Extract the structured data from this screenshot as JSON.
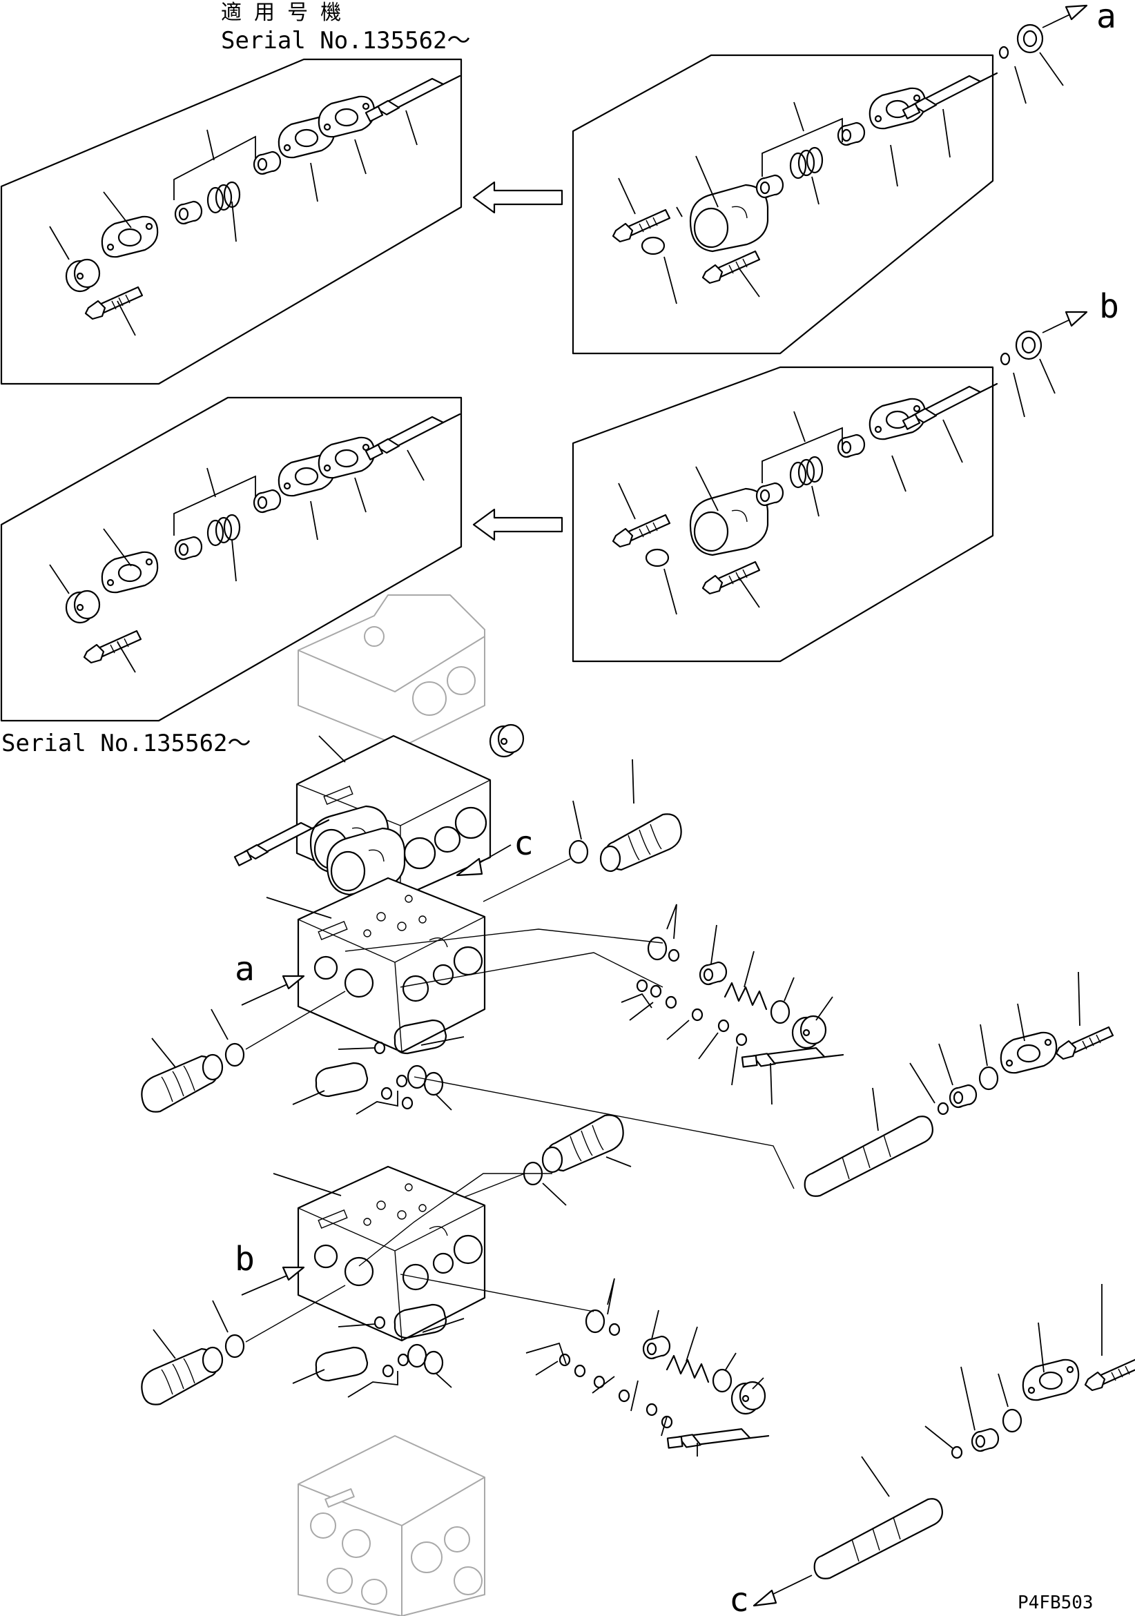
{
  "applicable_model_label": "適 用 号 機",
  "serial_note_top": "Serial No.135562～",
  "serial_note_bottom": "Serial No.135562～",
  "callouts": {
    "a_top": "a",
    "b_top": "b",
    "c_mid": "c",
    "a_block": "a",
    "b_block": "b",
    "c_bottom": "c"
  },
  "drawing_code": "P4FB503",
  "icons": [
    "arrow-left-icon",
    "arrow-leader-icon"
  ]
}
